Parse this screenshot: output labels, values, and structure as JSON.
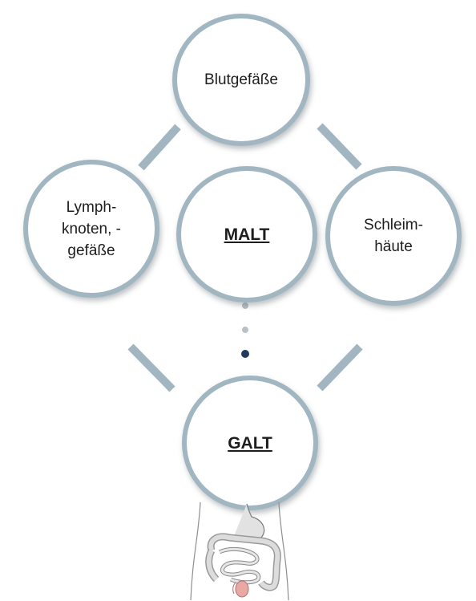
{
  "nodes": {
    "top": {
      "label": "Blutgefäße"
    },
    "left": {
      "line1": "Lymph-",
      "line2": "knoten, -",
      "line3": "gefäße"
    },
    "center": {
      "label": "MALT"
    },
    "right": {
      "line1": "Schleim-",
      "line2": "häute"
    },
    "bottom": {
      "label": "GALT"
    }
  },
  "colors": {
    "circle_border": "#a2b6c2",
    "connector": "#a2b6c2",
    "dot_grey": "#b9c1c6",
    "dot_active": "#1f3a5a",
    "text": "#1d1d1d"
  },
  "icons": {
    "anatomy": "digestive-tract-icon"
  }
}
